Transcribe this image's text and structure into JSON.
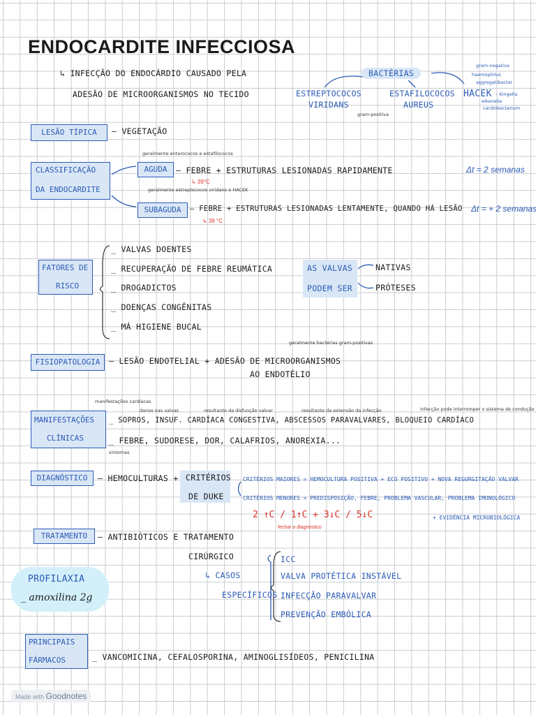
{
  "title": "ENDOCARDITE INFECCIOSA",
  "intro": {
    "line1": "↳ INFECÇÃO DO ENDOCÁRDIO CAUSADO PELA",
    "line2": "ADESÃO DE MICROORGANISMOS NO TECIDO"
  },
  "bacterias": {
    "label": "BACTÉRIAS",
    "strepto": [
      "ESTREPTOCOCOS",
      "VIRIDANS"
    ],
    "estafilo": [
      "ESTAFILOCOCOS",
      "AUREUS"
    ],
    "gram": "gram-positiva",
    "hacek": "HACEK",
    "hacek_notes": [
      "gram-negativa",
      "haemophilus",
      "aggregatibacter",
      "– Kingella",
      "eikenella",
      "cardiobacterium"
    ]
  },
  "lesao": {
    "label": "LESÃO TÍPICA",
    "text": "— VEGETAÇÃO"
  },
  "classificacao": {
    "label": [
      "CLASSIFICAÇÃO",
      "DA ENDOCARDITE"
    ],
    "aguda": "AGUDA",
    "aguda_note": "geralmente enterococos e estafilococos",
    "aguda_text": "— FEBRE + ESTRUTURAS LESIONADAS RAPIDAMENTE",
    "aguda_temp": "↳ 39°C",
    "aguda_dt": "Δt = 2 semanas",
    "subaguda": "SUBAGUDA",
    "subaguda_note": "geralmente estreptococos viridans e HACEK",
    "subaguda_text": "— FEBRE + ESTRUTURAS LESIONADAS LENTAMENTE, QUANDO HÁ LESÃO",
    "subaguda_temp": "↳ 39 °C",
    "subaguda_dt": "Δt = + 2 semanas"
  },
  "fatores": {
    "label": [
      "FATORES DE",
      "RISCO"
    ],
    "items": [
      "_ VALVAS DOENTES",
      "_ RECUPERAÇÃO DE FEBRE REUMÁTICA",
      "_ DROGADICTOS",
      "_ DOENÇAS CONGÊNITAS",
      "_ MÁ HIGIENE BUCAL"
    ],
    "valvas_label": [
      "AS VALVAS",
      "PODEM SER"
    ],
    "valvas_items": [
      "NATIVAS",
      "PRÓTESES"
    ]
  },
  "fisiopatologia": {
    "label": "FISIOPATOLOGIA",
    "note": "geralmente bactérias gram-positivas",
    "text1": "— LESÃO ENDOTELIAL + ADESÃO DE MICROORGANISMOS",
    "text2": "AO ENDOTÉLIO"
  },
  "manifestacoes": {
    "label": [
      "MANIFESTAÇÕES",
      "CLÍNICAS"
    ],
    "note_cardiacas": "manifestações cardíacas",
    "note_valvas": "danos nas valvas",
    "note_disfuncao": "resultante da disfunção valvar",
    "note_extensao": "resultante da extensão da infecção",
    "note_infeccao": "infecção pode interromper o sistema de condução",
    "line1": "_ SOPROS, INSUF. CARDÍACA CONGESTIVA, ABSCESSOS PARAVALVARES, BLOQUEIO CARDÍACO",
    "line2": "_ FEBRE, SUDORESE, DOR, CALAFRIOS, ANOREXIA...",
    "note_sintomas": "sintomas"
  },
  "diagnostico": {
    "label": "DIAGNÓSTICO",
    "text": "— HEMOCULTURAS +",
    "criterios": [
      "CRITÉRIOS",
      "DE DUKE"
    ],
    "maiores": "CRITÉRIOS MAIORES = HEMOCULTURA POSITIVA + ECO POSITIVO + NOVA REGURGITAÇÃO VALVAR",
    "menores": "CRITÉRIOS MENORES = PREDISPOSIÇÃO, FEBRE, PROBLEMA VASCULAR, PROBLEMA IMUNOLÓGICO",
    "menores2": "+ EVIDÊNCIA MICROBIOLÓGICA",
    "formula": "2 ↑C / 1↑C + 3↓C / 5↓C",
    "fechar": "fechar o diagnóstico"
  },
  "tratamento": {
    "label": "TRATAMENTO",
    "text1": "— ANTIBIÓTICOS E TRATAMENTO",
    "text2": "CIRÚRGICO",
    "casos": [
      "↳ CASOS",
      "ESPECÍFICOS"
    ],
    "items": [
      "ICC",
      "VALVA PROTÉTICA INSTÁVEL",
      "INFECÇÃO PARAVALVAR",
      "PREVENÇÃO EMBÓLICA"
    ]
  },
  "profilaxia": {
    "title": "PROFILAXIA",
    "text": "_ amoxilina 2g"
  },
  "farmacos": {
    "label": [
      "PRINCIPAIS",
      "FÁRMACOS"
    ],
    "text": "_ VANCOMICINA, CEFALOSPORINA, AMINOGLISÍDEOS, PENICILINA"
  },
  "footer": {
    "made": "Made with",
    "brand": "Goodnotes"
  }
}
